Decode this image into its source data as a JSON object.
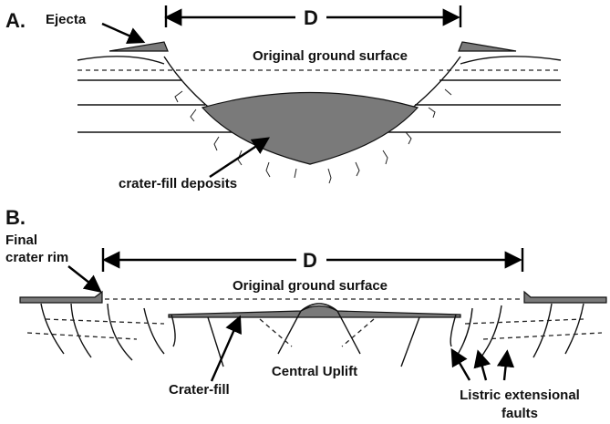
{
  "panel_a": {
    "label": "A.",
    "dimension_label": "D",
    "ejecta_label": "Ejecta",
    "ground_label": "Original ground surface",
    "fill_label": "crater-fill deposits"
  },
  "panel_b": {
    "label": "B.",
    "rim_label_line1": "Final",
    "rim_label_line2": "crater rim",
    "dimension_label": "D",
    "ground_label": "Original ground surface",
    "fill_label": "Crater-fill",
    "uplift_label": "Central Uplift",
    "faults_label_line1": "Listric extensional",
    "faults_label_line2": "faults"
  },
  "colors": {
    "fill": "#7a7a7a",
    "line": "#111111"
  }
}
